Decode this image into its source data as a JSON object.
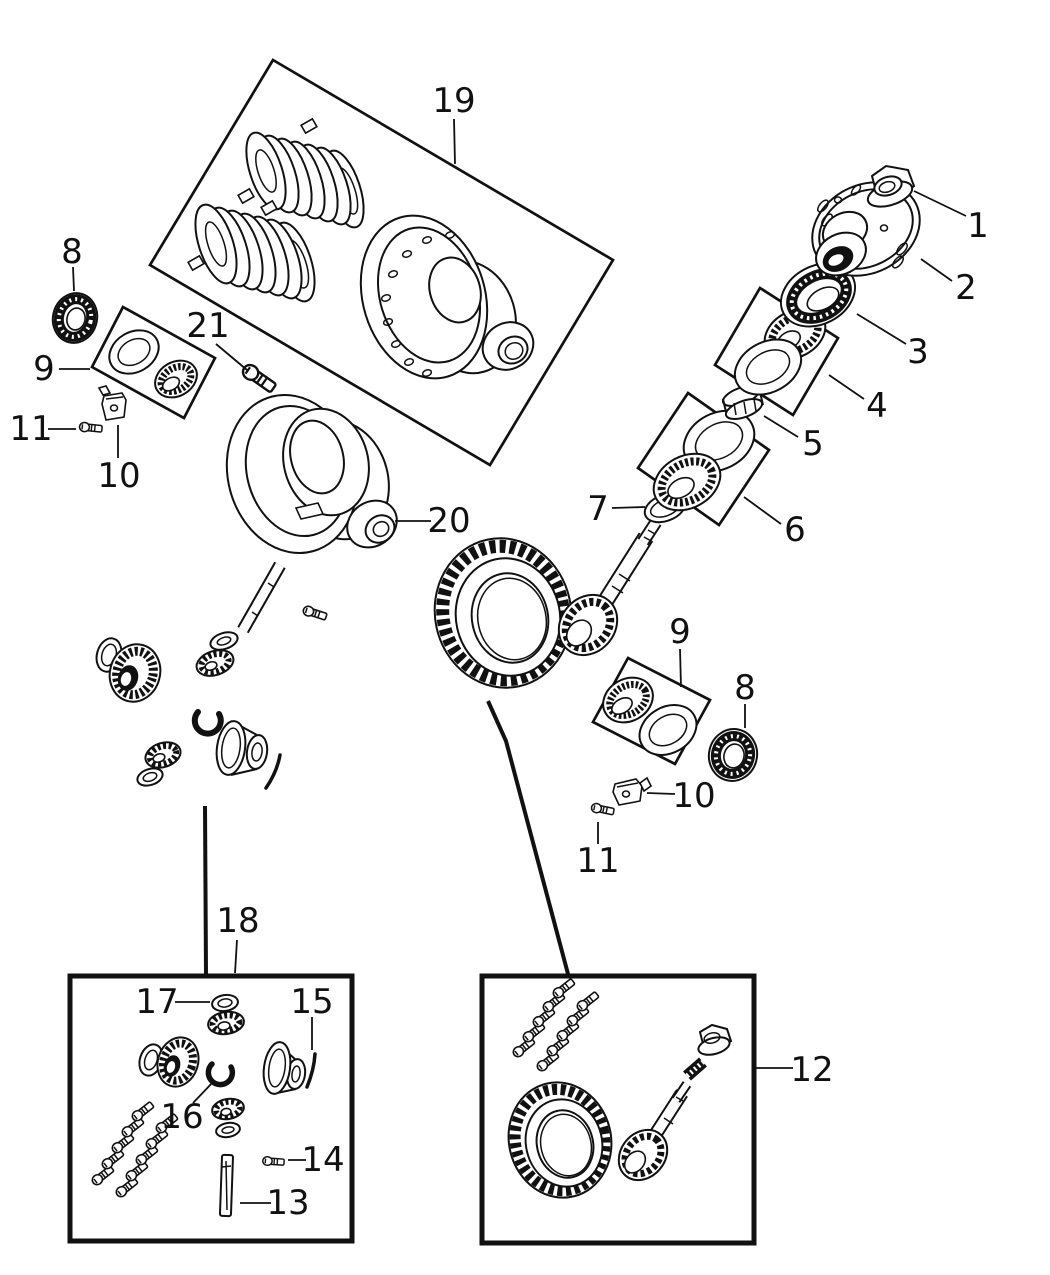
{
  "page": {
    "background": "#ffffff",
    "ink": "#111111"
  },
  "callouts": {
    "n1": "1",
    "n2": "2",
    "n3": "3",
    "n4": "4",
    "n5": "5",
    "n6": "6",
    "n7": "7",
    "n8": "8",
    "n9": "9",
    "n10": "10",
    "n11": "11",
    "n12": "12",
    "n13": "13",
    "n14": "14",
    "n15": "15",
    "n16": "16",
    "n17": "17",
    "n18": "18",
    "n19": "19",
    "n20": "20",
    "n21": "21"
  }
}
